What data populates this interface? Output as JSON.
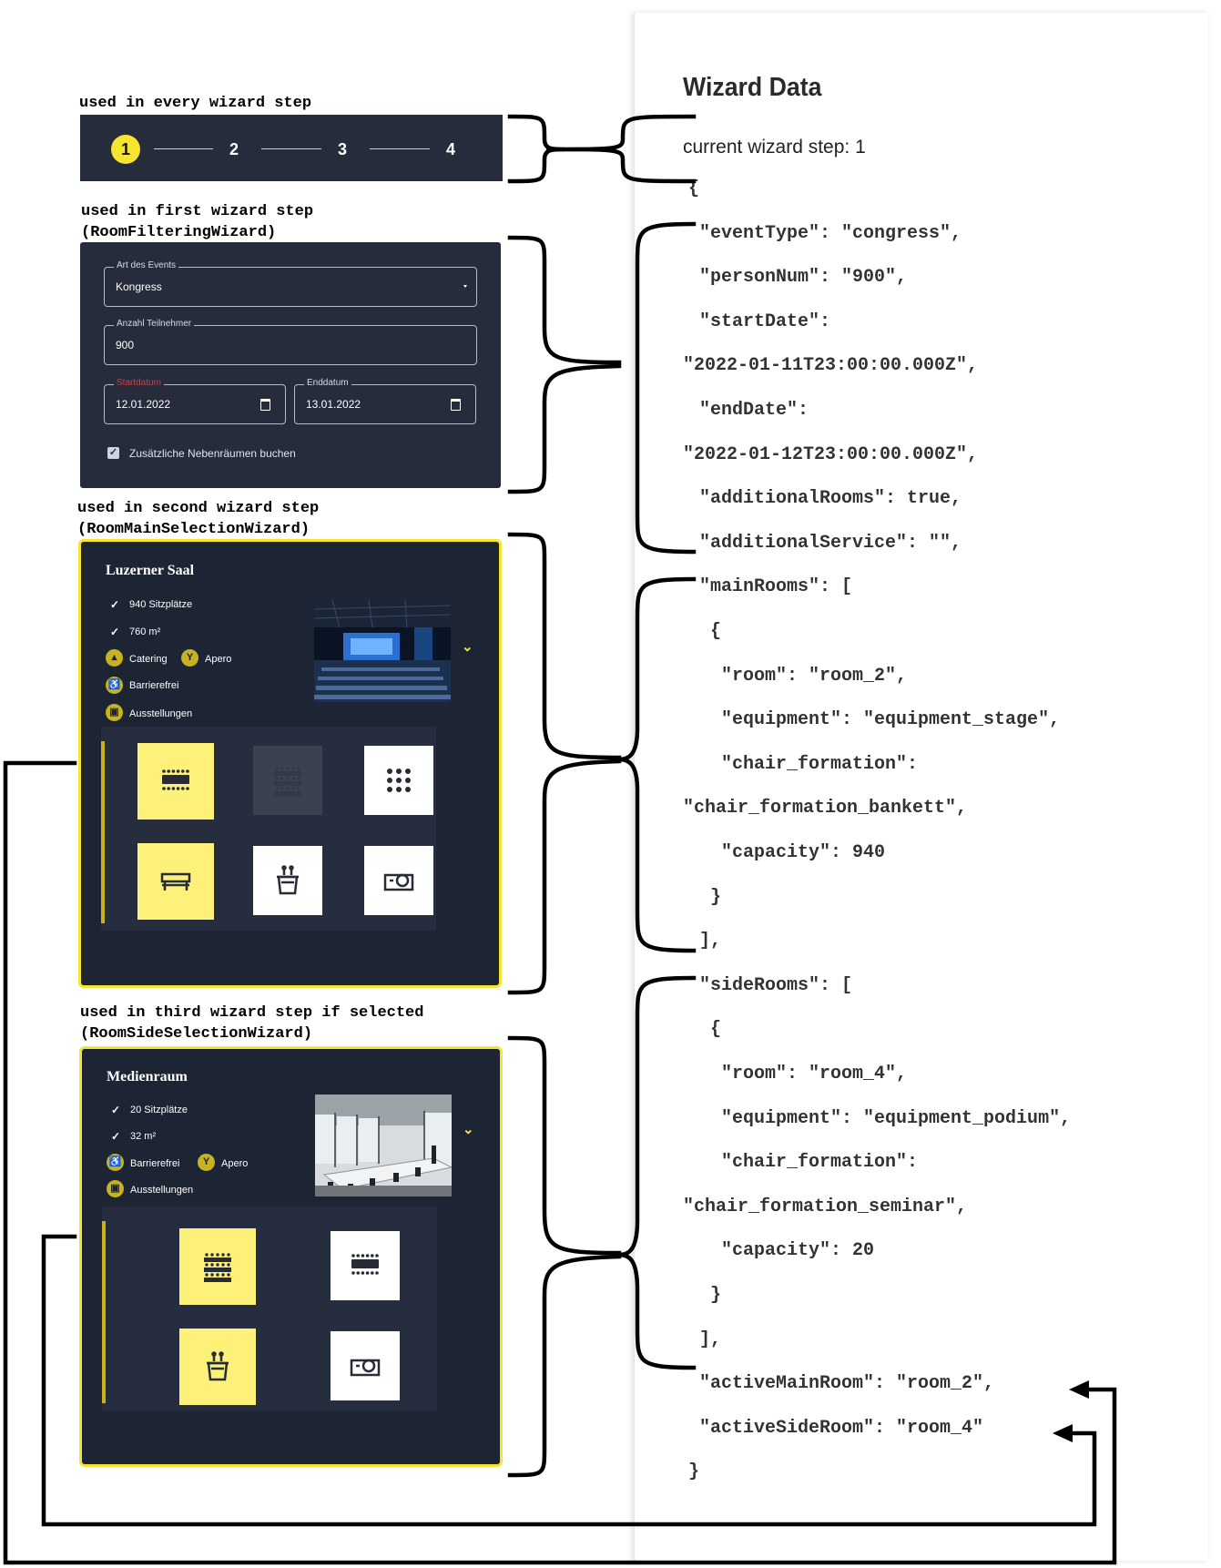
{
  "captions": {
    "every_step": "used in every wizard step",
    "first_step_line1": "used in first wizard step",
    "first_step_line2": "(RoomFilteringWizard)",
    "second_step_line1": "used in second wizard step",
    "second_step_line2": "(RoomMainSelectionWizard)",
    "third_step_line1": "used in third wizard step if selected",
    "third_step_line2": "(RoomSideSelectionWizard)"
  },
  "stepper": {
    "steps": [
      "1",
      "2",
      "3",
      "4"
    ],
    "active_step": 1
  },
  "filter_form": {
    "event_type_label": "Art des Events",
    "event_type_value": "Kongress",
    "participants_label": "Anzahl Teilnehmer",
    "participants_value": "900",
    "start_label": "Startdatum",
    "start_value": "12.01.2022",
    "end_label": "Enddatum",
    "end_value": "13.01.2022",
    "additional_rooms_label": "Zusätzliche Nebenräumen buchen",
    "additional_rooms_checked": true
  },
  "main_room": {
    "title": "Luzerner Saal",
    "seats": "940 Sitzplätze",
    "area": "760 m²",
    "catering": "Catering",
    "apero": "Apero",
    "accessible": "Barrierefrei",
    "exhibitions": "Ausstellungen",
    "tiles": [
      {
        "icon": "bankett-formation-icon",
        "state": "selected"
      },
      {
        "icon": "seminar-formation-icon",
        "state": "disabled"
      },
      {
        "icon": "dots-grid-formation-icon",
        "state": "unselected"
      },
      {
        "icon": "stage-icon",
        "state": "selected"
      },
      {
        "icon": "podium-icon",
        "state": "unselected"
      },
      {
        "icon": "projector-icon",
        "state": "unselected"
      }
    ]
  },
  "side_room": {
    "title": "Medienraum",
    "seats": "20 Sitzplätze",
    "area": "32 m²",
    "accessible": "Barrierefrei",
    "apero": "Apero",
    "exhibitions": "Ausstellungen",
    "tiles": [
      {
        "icon": "seminar-formation-icon",
        "state": "selected"
      },
      {
        "icon": "bankett-formation-icon",
        "state": "unselected"
      },
      {
        "icon": "podium-icon",
        "state": "selected"
      },
      {
        "icon": "projector-icon",
        "state": "unselected"
      }
    ]
  },
  "wizard_data": {
    "title": "Wizard Data",
    "current_step": "current wizard step: 1",
    "lines": [
      "{",
      " \"eventType\": \"congress\",",
      " \"personNum\": \"900\",",
      " \"startDate\":",
      "\"2022-01-11T23:00:00.000Z\",",
      " \"endDate\":",
      "\"2022-01-12T23:00:00.000Z\",",
      " \"additionalRooms\": true,",
      " \"additionalService\": \"\",",
      " \"mainRooms\": [",
      "  {",
      "   \"room\": \"room_2\",",
      "   \"equipment\": \"equipment_stage\",",
      "   \"chair_formation\":",
      "\"chair_formation_bankett\",",
      "   \"capacity\": 940",
      "  }",
      " ],",
      " \"sideRooms\": [",
      "  {",
      "   \"room\": \"room_4\",",
      "   \"equipment\": \"equipment_podium\",",
      "   \"chair_formation\":",
      "\"chair_formation_seminar\",",
      "   \"capacity\": 20",
      "  }",
      " ],",
      " \"activeMainRoom\": \"room_2\",",
      " \"activeSideRoom\": \"room_4\"",
      "}"
    ]
  }
}
